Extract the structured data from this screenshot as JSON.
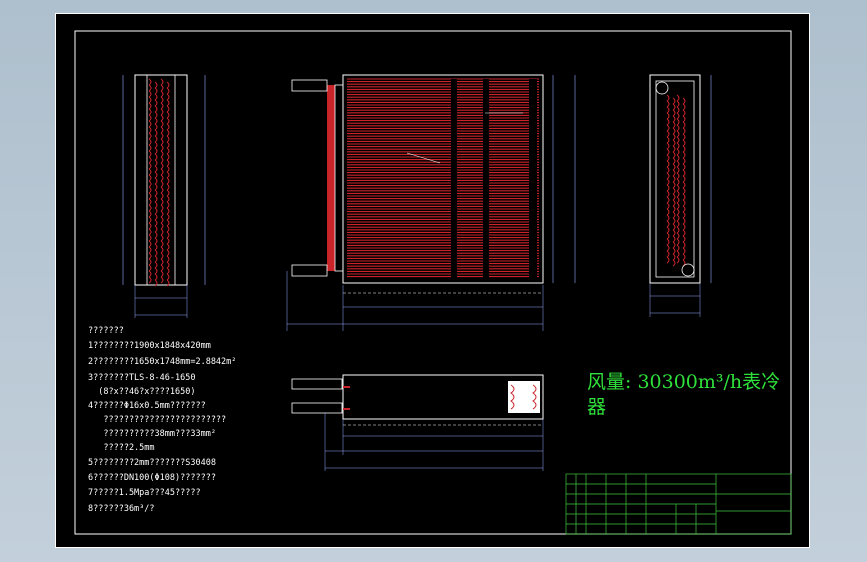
{
  "drawing": {
    "title": "风量: 30300m³/h表冷器",
    "notes": [
      "???????",
      "1????????1900x1848x420mm",
      "2????????1650x1748mm=2.8842m²",
      "3???????TLS-8-46-1650",
      "  (8?x??46?x????1650)",
      "4??????Φ16x0.5mm???????",
      "   ????????????????????????",
      "   ??????????38mm???33mm²",
      "   ?????2.5mm",
      "5????????2mm???????S30408",
      "6??????DN100(Φ108)???????",
      "7?????1.5Mpa???45?????",
      "8??????36m³/?"
    ]
  },
  "colors": {
    "background": "#000000",
    "frame": "#ffffff",
    "fins": "#c8242a",
    "dimension": "#9aa7ff",
    "title": "#2fe03a",
    "table": "#3ec83e",
    "leader": "#2fe03a"
  }
}
